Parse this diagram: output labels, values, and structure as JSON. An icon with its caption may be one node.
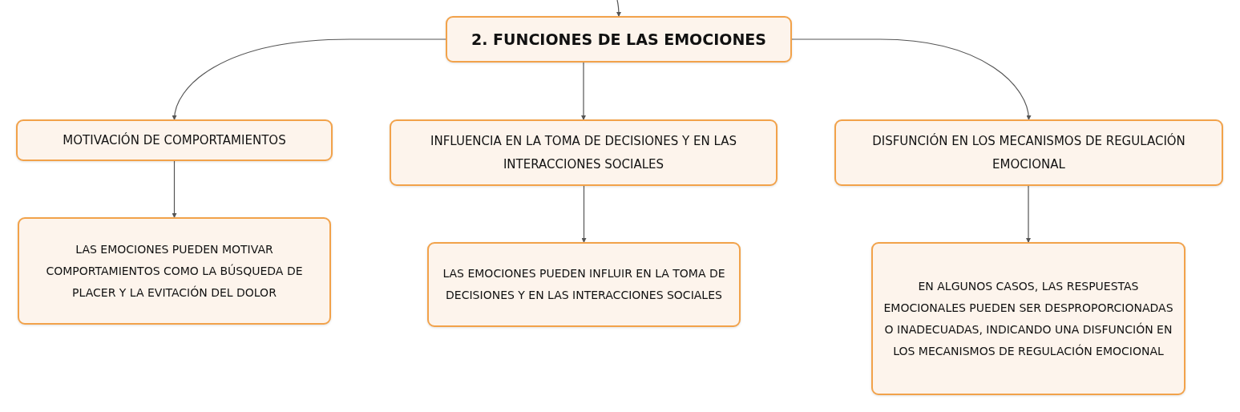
{
  "diagram": {
    "nodes": [
      {
        "text": [
          "2. FUNCIONES DE LAS EMOCIONES"
        ]
      },
      {
        "text": [
          "MOTIVACIÓN DE COMPORTAMIENTOS"
        ]
      },
      {
        "text": [
          "INFLUENCIA EN LA TOMA DE DECISIONES Y EN LAS INTERACCIONES SOCIALES"
        ]
      },
      {
        "text": [
          "DISFUNCIÓN EN LOS MECANISMOS DE REGULACIÓN EMOCIONAL"
        ]
      },
      {
        "text": [
          "LAS EMOCIONES PUEDEN MOTIVAR COMPORTAMIENTOS COMO LA BÚSQUEDA DE PLACER Y LA EVITACIÓN DEL DOLOR"
        ]
      },
      {
        "text": [
          "LAS EMOCIONES PUEDEN INFLUIR EN LA TOMA DE DECISIONES Y EN LAS INTERACCIONES SOCIALES"
        ]
      },
      {
        "text": [
          "EN ALGUNOS CASOS, LAS RESPUESTAS EMOCIONALES PUEDEN SER DESPROPORCIONADAS O INADECUADAS, INDICANDO UNA DISFUNCIÓN EN LOS MECANISMOS DE REGULACIÓN EMOCIONAL"
        ]
      }
    ],
    "edges": [
      {
        "from": null,
        "to": 0,
        "arrow": "to"
      },
      {
        "from": 0,
        "to": 1,
        "arrow": "to"
      },
      {
        "from": 0,
        "to": 2,
        "arrow": "to"
      },
      {
        "from": 0,
        "to": 3,
        "arrow": "to"
      },
      {
        "from": 1,
        "to": 4,
        "arrow": "to"
      },
      {
        "from": 2,
        "to": 5,
        "arrow": "to"
      },
      {
        "from": 3,
        "to": 6,
        "arrow": "to"
      }
    ]
  }
}
